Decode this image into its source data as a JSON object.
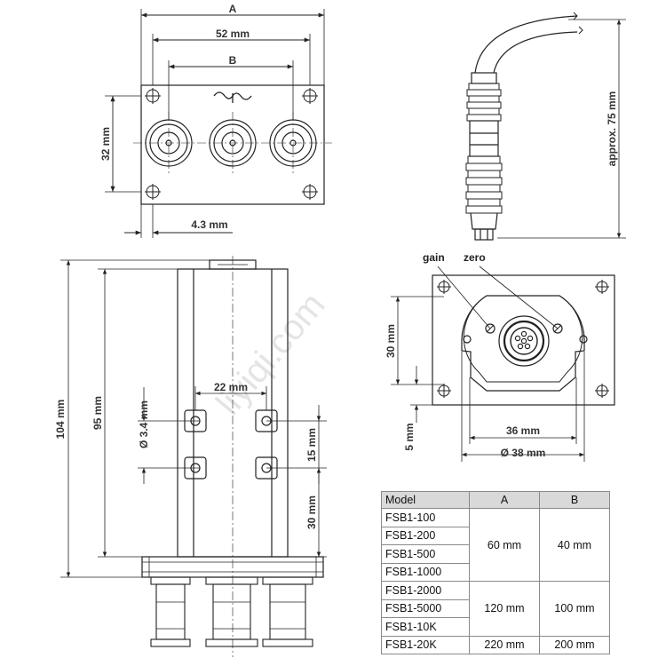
{
  "dimensions": {
    "a": "A",
    "b": "B",
    "d52": "52 mm",
    "d32": "32 mm",
    "d43": "4.3 mm",
    "approx75": "approx. 75 mm",
    "d104": "104 mm",
    "d95": "95 mm",
    "d22": "22 mm",
    "d34": "Ø 3.4 mm",
    "d15": "15 mm",
    "d30a": "30 mm",
    "d30b": "30 mm",
    "d5": "5 mm",
    "d36": "36 mm",
    "d38": "Ø 38 mm"
  },
  "labels": {
    "gain": "gain",
    "zero": "zero"
  },
  "watermark": "liyiqi.com",
  "table": {
    "headers": [
      "Model",
      "A",
      "B"
    ],
    "groups": [
      {
        "models": [
          "FSB1-100",
          "FSB1-200",
          "FSB1-500",
          "FSB1-1000"
        ],
        "a": "60 mm",
        "b": "40 mm"
      },
      {
        "models": [
          "FSB1-2000",
          "FSB1-5000",
          "FSB1-10K"
        ],
        "a": "120 mm",
        "b": "100 mm"
      },
      {
        "models": [
          "FSB1-20K"
        ],
        "a": "220 mm",
        "b": "200 mm"
      }
    ]
  }
}
